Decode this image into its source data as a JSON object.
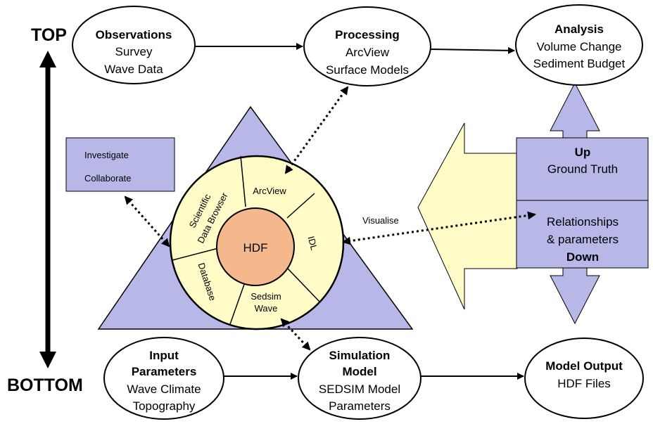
{
  "colors": {
    "lavender": "#b8b8e8",
    "cream": "#fffcc8",
    "orange": "#f5b88c",
    "black": "#000000"
  },
  "axis": {
    "top_label": "TOP",
    "bottom_label": "BOTTOM"
  },
  "nodes": {
    "observations": {
      "title": "Observations",
      "line1": "Survey",
      "line2": "Wave Data"
    },
    "processing": {
      "title": "Processing",
      "line1": "ArcView",
      "line2": "Surface Models"
    },
    "analysis": {
      "title": "Analysis",
      "line1": "Volume Change",
      "line2": "Sediment Budget"
    },
    "input": {
      "title1": "Input",
      "title2": "Parameters",
      "line1": "Wave Climate",
      "line2": "Topography"
    },
    "simulation": {
      "title1": "Simulation",
      "title2": "Model",
      "line1": "SEDSIM Model",
      "line2": "Parameters"
    },
    "model_output": {
      "title": "Model Output",
      "line1": "HDF Files"
    }
  },
  "investigate_box": {
    "line1": "Investigate",
    "line2": "Collaborate"
  },
  "hub": {
    "center": "HDF",
    "segments": {
      "arcview": "ArcView",
      "idl": "IDL",
      "sedsim1": "Sedsim",
      "sedsim2": "Wave",
      "database": "Database",
      "sdb1": "Scientific",
      "sdb2": "Data Browser"
    }
  },
  "visualise_label": "Visualise",
  "right_box": {
    "up_title": "Up",
    "up_line": "Ground Truth",
    "rel_line1": "Relationships",
    "rel_line2": "& parameters",
    "down_title": "Down"
  }
}
